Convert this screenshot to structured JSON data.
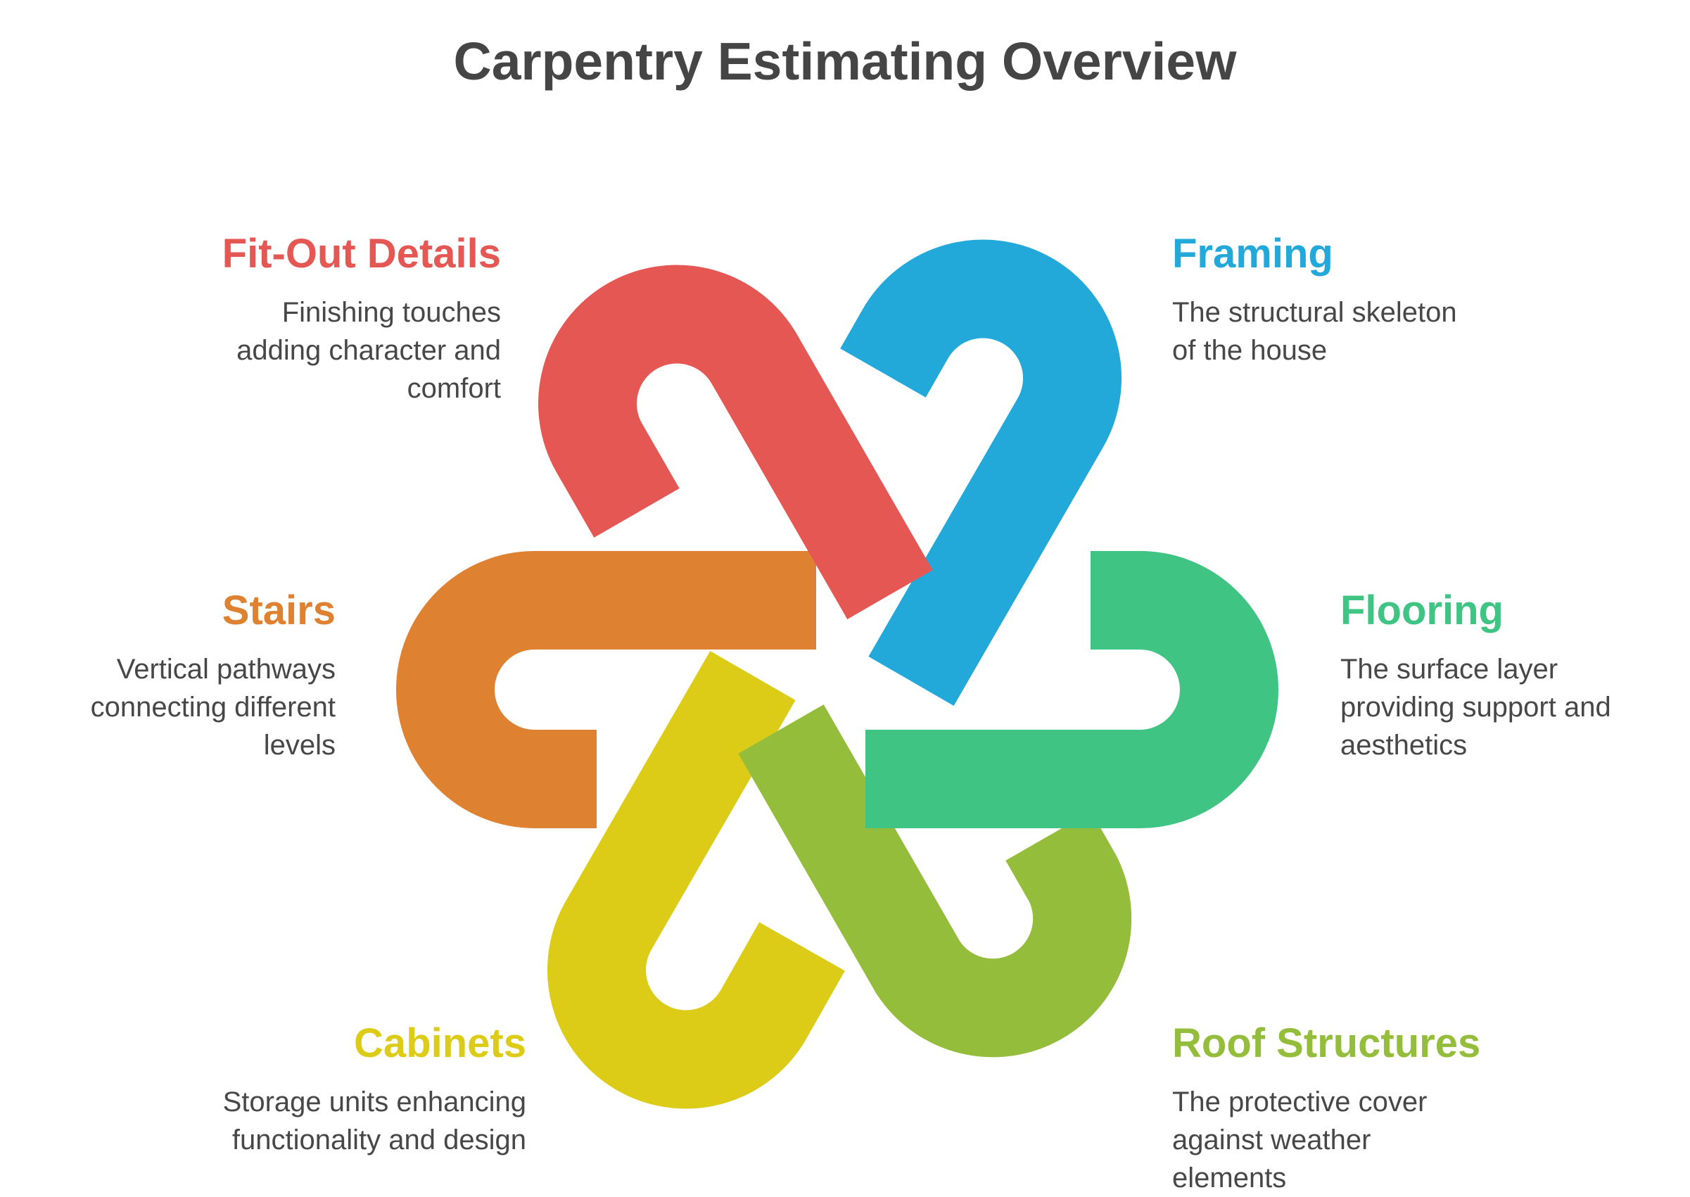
{
  "title": "Carpentry Estimating Overview",
  "colors": {
    "fit_out": "#E55753",
    "framing": "#22A9DA",
    "flooring": "#3FC484",
    "roof": "#93BD3A",
    "cabinets": "#DDCC17",
    "stairs": "#DE8232"
  },
  "items": {
    "fit_out": {
      "label": "Fit-Out Details",
      "desc": [
        "Finishing touches",
        "adding character and",
        "comfort"
      ]
    },
    "framing": {
      "label": "Framing",
      "desc": [
        "The structural skeleton",
        "of the house"
      ]
    },
    "stairs": {
      "label": "Stairs",
      "desc": [
        "Vertical pathways",
        "connecting different",
        "levels"
      ]
    },
    "flooring": {
      "label": "Flooring",
      "desc": [
        "The surface layer",
        "providing support and",
        "aesthetics"
      ]
    },
    "cabinets": {
      "label": "Cabinets",
      "desc": [
        "Storage units enhancing",
        "functionality and design"
      ]
    },
    "roof": {
      "label": "Roof Structures",
      "desc": [
        "The protective cover",
        "against weather",
        "elements"
      ]
    }
  }
}
